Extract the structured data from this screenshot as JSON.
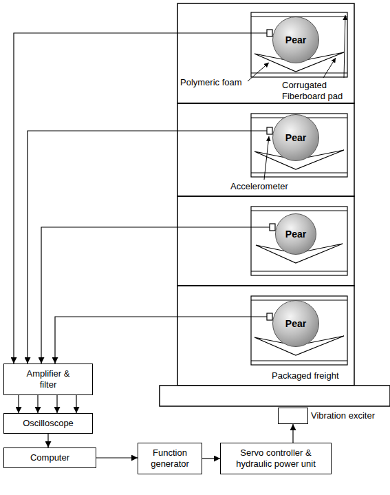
{
  "diagram": {
    "nodes": [
      {
        "text": [
          "Pear"
        ]
      },
      {
        "text": [
          "Pear"
        ]
      },
      {
        "text": [
          "Pear"
        ]
      },
      {
        "text": [
          "Pear"
        ]
      },
      {
        "text": [
          "Amplifier & filter"
        ]
      },
      {
        "text": [
          "Oscilloscope"
        ]
      },
      {
        "text": [
          "Computer"
        ]
      },
      {
        "text": [
          "Function generator"
        ]
      },
      {
        "text": [
          "Servo controller & hydraulic power unit"
        ]
      },
      {
        "text": [
          "Vibration exciter"
        ]
      }
    ],
    "edges": [
      {
        "from": 0,
        "to": 4,
        "arrow": "to"
      },
      {
        "from": 1,
        "to": 4,
        "arrow": "to"
      },
      {
        "from": 2,
        "to": 4,
        "arrow": "to"
      },
      {
        "from": 3,
        "to": 4,
        "arrow": "to"
      },
      {
        "from": 4,
        "to": 5,
        "arrow": "to"
      },
      {
        "from": 4,
        "to": 5,
        "arrow": "to"
      },
      {
        "from": 4,
        "to": 5,
        "arrow": "to"
      },
      {
        "from": 4,
        "to": 5,
        "arrow": "to"
      },
      {
        "from": 5,
        "to": 6,
        "arrow": "to"
      },
      {
        "from": 6,
        "to": 7,
        "arrow": "to"
      },
      {
        "from": 7,
        "to": 8,
        "arrow": "to"
      },
      {
        "from": 8,
        "to": 9,
        "arrow": "to"
      }
    ],
    "labels": [
      "Polymeric foam",
      "Corrugated Fiberboard pad",
      "Accelerometer",
      "Packaged freight"
    ]
  }
}
